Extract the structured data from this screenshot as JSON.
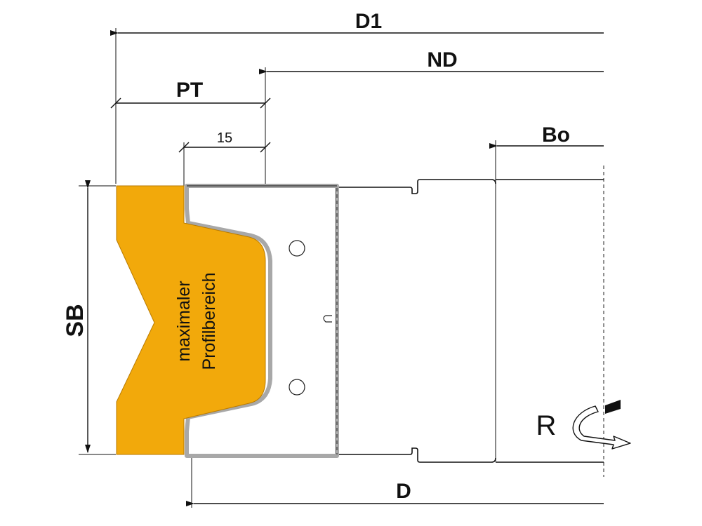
{
  "labels": {
    "d1": "D1",
    "nd": "ND",
    "pt": "PT",
    "fifteen": "15",
    "bo": "Bo",
    "sb": "SB",
    "d": "D",
    "r": "R",
    "profile_line1": "maximaler",
    "profile_line2": "Profilbereich"
  },
  "colors": {
    "profile_fill": "#f2a90b",
    "knife_edge": "#a8a8a8",
    "line": "#111111"
  }
}
